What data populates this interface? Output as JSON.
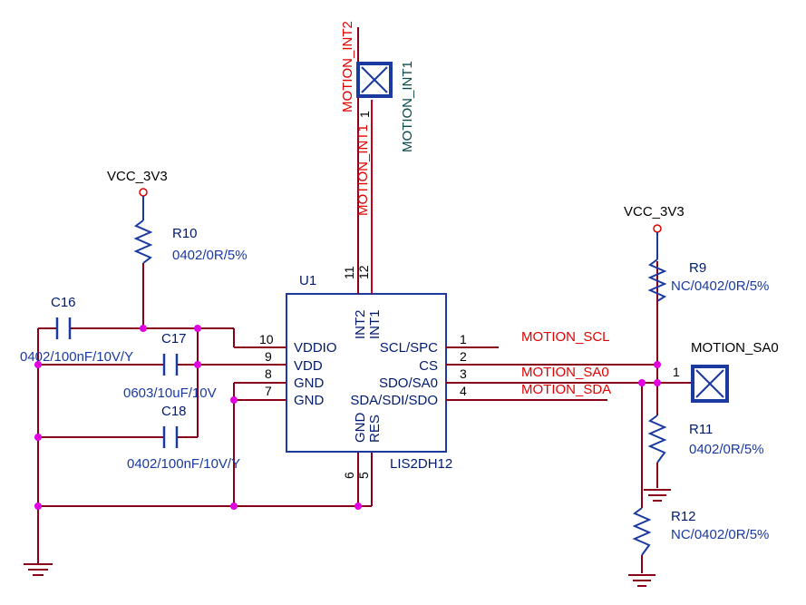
{
  "ic": {
    "ref": "U1",
    "part": "LIS2DH12",
    "left_pins": [
      {
        "num": "10",
        "name": "VDDIO"
      },
      {
        "num": "9",
        "name": "VDD"
      },
      {
        "num": "8",
        "name": "GND"
      },
      {
        "num": "7",
        "name": "GND"
      }
    ],
    "sda_name": "SDA/SDI/SDO",
    "right_pins": [
      {
        "num": "1",
        "name": "SCL/SPC"
      },
      {
        "num": "2",
        "name": "CS"
      },
      {
        "num": "3",
        "name": "SDO/SA0"
      },
      {
        "num": "4",
        "name": ""
      }
    ],
    "top_pins": [
      {
        "num": "11",
        "name": "INT2"
      },
      {
        "num": "12",
        "name": "INT1"
      }
    ],
    "bottom_pins": [
      {
        "num": "6",
        "name": "GND"
      },
      {
        "num": "5",
        "name": "RES"
      }
    ]
  },
  "nets": {
    "int2": "MOTION_INT2",
    "int1": "MOTION_INT1",
    "scl": "MOTION_SCL",
    "sa0": "MOTION_SA0",
    "sda": "MOTION_SDA"
  },
  "testpoints": [
    {
      "label": "MOTION_INT1",
      "pin": "1"
    },
    {
      "label": "MOTION_SA0",
      "pin": "1"
    }
  ],
  "components": {
    "r10": {
      "ref": "R10",
      "value": "0402/0R/5%"
    },
    "r9": {
      "ref": "R9",
      "value": "NC/0402/0R/5%"
    },
    "r11": {
      "ref": "R11",
      "value": "0402/0R/5%"
    },
    "r12": {
      "ref": "R12",
      "value": "NC/0402/0R/5%"
    },
    "c16": {
      "ref": "C16",
      "value": "0402/100nF/10V/Y"
    },
    "c17": {
      "ref": "C17",
      "value": "0603/10uF/10V"
    },
    "c18": {
      "ref": "C18",
      "value": "0402/100nF/10V/Y"
    }
  },
  "power": {
    "vcc_left": "VCC_3V3",
    "vcc_right": "VCC_3V3"
  }
}
